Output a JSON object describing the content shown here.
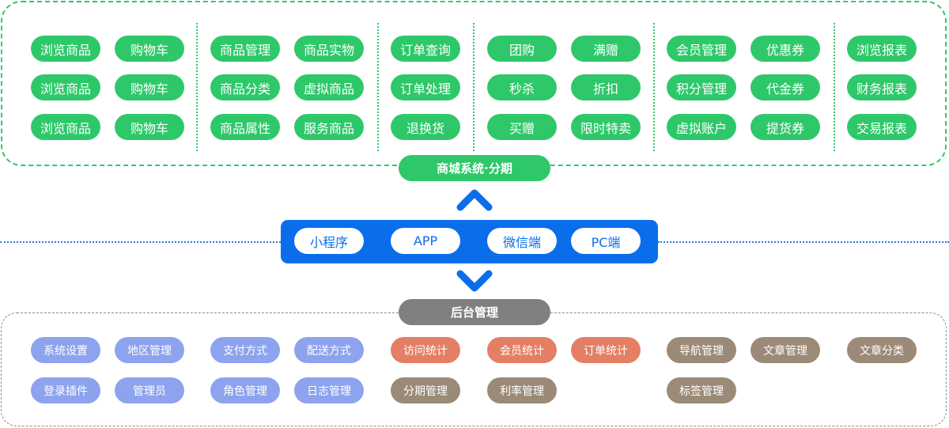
{
  "top_section": {
    "title": "商城系统·分期",
    "accent": "#2ec86a",
    "groups": [
      {
        "rows": [
          [
            "浏览商品",
            "购物车"
          ],
          [
            "浏览商品",
            "购物车"
          ],
          [
            "浏览商品",
            "购物车"
          ]
        ]
      },
      {
        "rows": [
          [
            "商品管理",
            "商品实物"
          ],
          [
            "商品分类",
            "虚拟商品"
          ],
          [
            "商品属性",
            "服务商品"
          ]
        ]
      },
      {
        "rows": [
          [
            "订单查询"
          ],
          [
            "订单处理"
          ],
          [
            "退换货"
          ]
        ]
      },
      {
        "rows": [
          [
            "团购",
            "满赠"
          ],
          [
            "秒杀",
            "折扣"
          ],
          [
            "买赠",
            "限时特卖"
          ]
        ]
      },
      {
        "rows": [
          [
            "会员管理",
            "优惠券"
          ],
          [
            "积分管理",
            "代金券"
          ],
          [
            "虚拟账户",
            "提货券"
          ]
        ]
      },
      {
        "rows": [
          [
            "浏览报表"
          ],
          [
            "财务报表"
          ],
          [
            "交易报表"
          ]
        ]
      }
    ]
  },
  "platforms": {
    "accent": "#0a6eea",
    "items": [
      "小程序",
      "APP",
      "微信端",
      "PC端"
    ]
  },
  "bottom_section": {
    "title": "后台管理",
    "items": [
      {
        "label": "系统设置",
        "color": "#8da3ee"
      },
      {
        "label": "地区管理",
        "color": "#8da3ee"
      },
      {
        "label": "支付方式",
        "color": "#8da3ee"
      },
      {
        "label": "配送方式",
        "color": "#8da3ee"
      },
      {
        "label": "访问统计",
        "color": "#e47f65"
      },
      {
        "label": "会员统计",
        "color": "#e47f65"
      },
      {
        "label": "订单统计",
        "color": "#e47f65"
      },
      {
        "label": "导航管理",
        "color": "#9c8a78"
      },
      {
        "label": "文章管理",
        "color": "#9c8a78"
      },
      {
        "label": "文章分类",
        "color": "#9c8a78"
      },
      {
        "label": "登录插件",
        "color": "#8da3ee"
      },
      {
        "label": "管理员",
        "color": "#8da3ee"
      },
      {
        "label": "角色管理",
        "color": "#8da3ee"
      },
      {
        "label": "日志管理",
        "color": "#8da3ee"
      },
      {
        "label": "分期管理",
        "color": "#9c8a78"
      },
      {
        "label": "利率管理",
        "color": "#9c8a78"
      },
      {
        "label": "标签管理",
        "color": "#9c8a78"
      }
    ]
  }
}
